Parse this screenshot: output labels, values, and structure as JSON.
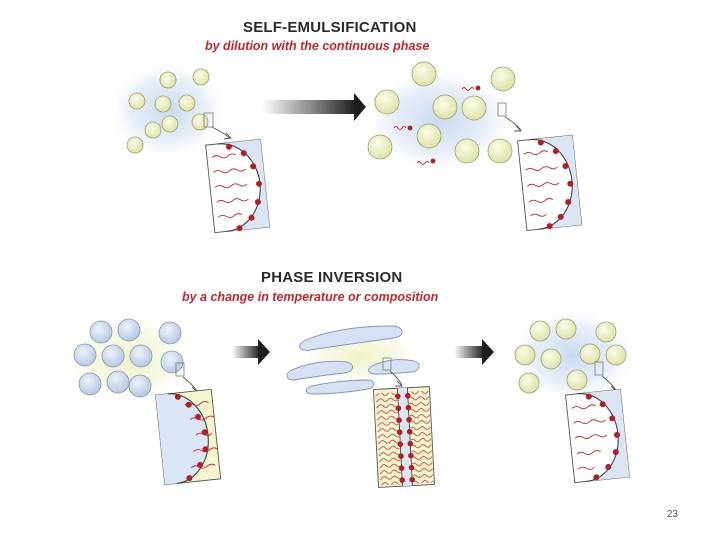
{
  "sections": [
    {
      "title": "SELF-EMULSIFICATION",
      "subtitle": "by dilution with the continuous phase"
    },
    {
      "title": "PHASE INVERSION",
      "subtitle": "by a change in temperature or composition"
    }
  ],
  "page_number": "23",
  "colors": {
    "droplet_yellow": "#eef0c4",
    "droplet_blue": "#cfdcef",
    "continuous_blue": "#c9daf0",
    "continuous_yellow": "#f3f5cf",
    "surfactant_red": "#c0272d",
    "title_dark": "#2b2b2b"
  }
}
